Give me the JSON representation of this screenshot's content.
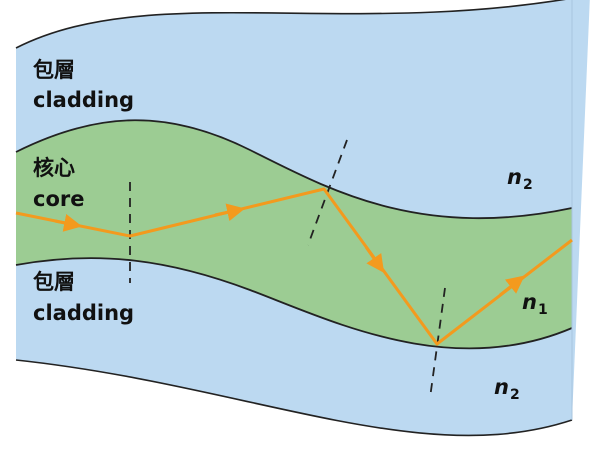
{
  "labels": {
    "top_cladding_zh": "包層",
    "top_cladding_en": "cladding",
    "core_zh": "核心",
    "core_en": "core",
    "bottom_cladding_zh": "包層",
    "bottom_cladding_en": "cladding",
    "n2_top_base": "n",
    "n2_top_sub": "2",
    "n1_base": "n",
    "n1_sub": "1",
    "n2_bottom_base": "n",
    "n2_bottom_sub": "2"
  },
  "colors": {
    "cladding": "#bcd9f1",
    "core": "#9ccc93",
    "boundary": "#222222",
    "ray": "#f39a1e"
  }
}
